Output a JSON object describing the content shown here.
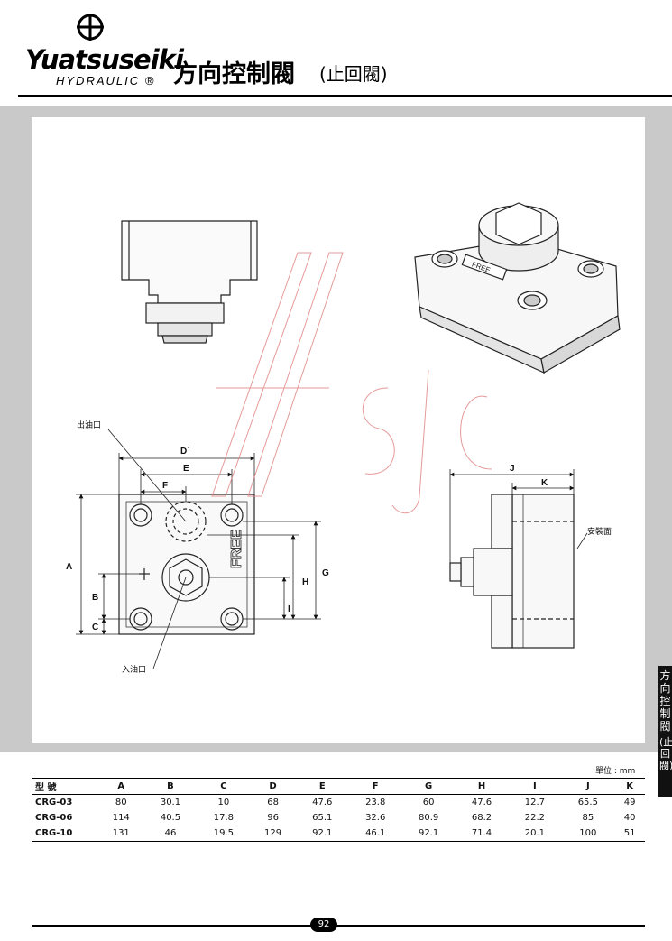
{
  "brand": {
    "name": "Yuatsuseiki",
    "sub": "HYDRAULIC ®"
  },
  "title": {
    "main": "方向控制閥",
    "sub": "(止回閥)"
  },
  "side_tab": {
    "main": "方向控制閥",
    "sub": "(止回閥)"
  },
  "drawing": {
    "labels": {
      "outlet": "出油口",
      "inlet": "入油口",
      "mount_face": "安裝面",
      "dim_D": "D`",
      "dim_E": "E",
      "dim_F": "F",
      "dim_A": "A",
      "dim_B": "B",
      "dim_C": "C",
      "dim_H": "H",
      "dim_G": "G",
      "dim_I": "I",
      "dim_J": "J",
      "dim_K": "K",
      "free": "FREE"
    },
    "watermark": "Hsjc"
  },
  "table": {
    "unit": "單位 : mm",
    "headers": [
      "型 號",
      "A",
      "B",
      "C",
      "D",
      "E",
      "F",
      "G",
      "H",
      "I",
      "J",
      "K"
    ],
    "rows": [
      [
        "CRG-03",
        "80",
        "30.1",
        "10",
        "68",
        "47.6",
        "23.8",
        "60",
        "47.6",
        "12.7",
        "65.5",
        "49"
      ],
      [
        "CRG-06",
        "114",
        "40.5",
        "17.8",
        "96",
        "65.1",
        "32.6",
        "80.9",
        "68.2",
        "22.2",
        "85",
        "40"
      ],
      [
        "CRG-10",
        "131",
        "46",
        "19.5",
        "129",
        "92.1",
        "46.1",
        "92.1",
        "71.4",
        "20.1",
        "100",
        "51"
      ]
    ]
  },
  "page": {
    "number": "92"
  },
  "colors": {
    "frame": "#c9c9c9",
    "ink": "#111111",
    "watermark": "#e08080"
  }
}
